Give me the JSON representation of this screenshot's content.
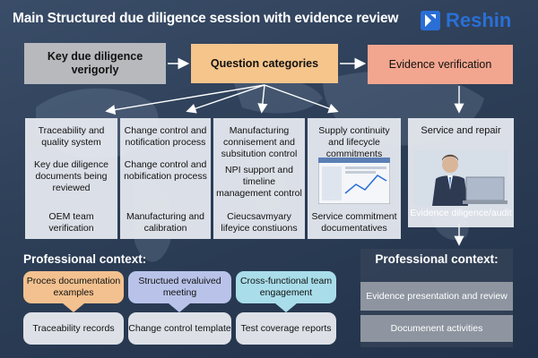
{
  "title": "Main Structured due diligence session with evidence review",
  "brand": {
    "name": "Reshin",
    "color": "#2a6fd6"
  },
  "flow": {
    "step1": "Key due diligence verigorly",
    "step2": "Question categories",
    "step3": "Evidence verification"
  },
  "categories": [
    {
      "items": [
        "Traceability and quality system",
        "Key due diligence documents being reviewed",
        "OEM team verification"
      ]
    },
    {
      "items": [
        "Change control and notification process",
        "Change control and nobification process",
        "Manufacturing and calibration"
      ]
    },
    {
      "items": [
        "Manufacturing connisement and subsitution control",
        "NPI support and timeline management control",
        "Cieucsavmyary lifeyice constiuons"
      ]
    },
    {
      "items": [
        "Supply continuity and lifecycle commitments",
        "Service commitment documentatives"
      ]
    }
  ],
  "service": {
    "title": "Service and repair",
    "photo_icon": "person-laptop-icon",
    "caption": "Evidence diligence/audit"
  },
  "context_left": {
    "heading": "Professional context:",
    "top": [
      "Proces documentation examples",
      "Structued evaluived meeting",
      "Cross-functional team engagement"
    ],
    "bottom": [
      "Traceability records",
      "Change control template",
      "Test coverage reports"
    ]
  },
  "context_right": {
    "heading": "Professional context:",
    "items": [
      "Evidence presentation and review",
      "Documenent activities"
    ]
  },
  "colors": {
    "orange": "#f5c58b",
    "salmon": "#f3a68f",
    "lavender": "#b9c3e9",
    "cyan": "#a9ddea"
  }
}
